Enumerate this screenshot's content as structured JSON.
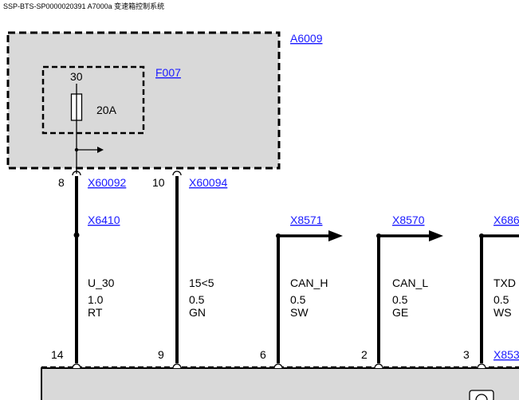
{
  "header": {
    "title": "SSP-BTS-SP0000020391 A7000a 变速箱控制系统"
  },
  "components": {
    "module": {
      "label": "A6009"
    },
    "fuse": {
      "label": "F007",
      "pin": "30",
      "rating": "20A"
    },
    "bottom_connector": {
      "label": "X853"
    }
  },
  "connectors": [
    {
      "pin": "8",
      "label": "X60092"
    },
    {
      "pin": "10",
      "label": "X60094"
    }
  ],
  "splices": {
    "x6410": "X6410"
  },
  "wires": [
    {
      "signal": "U_30",
      "gauge": "1.0",
      "color": "RT",
      "bottom_pin": "14",
      "arrow_label": ""
    },
    {
      "signal": "15<5",
      "gauge": "0.5",
      "color": "GN",
      "bottom_pin": "9",
      "arrow_label": ""
    },
    {
      "signal": "CAN_H",
      "gauge": "0.5",
      "color": "SW",
      "bottom_pin": "6",
      "arrow_label": "X8571"
    },
    {
      "signal": "CAN_L",
      "gauge": "0.5",
      "color": "GE",
      "bottom_pin": "2",
      "arrow_label": "X8570"
    },
    {
      "signal": "TXD",
      "gauge": "0.5",
      "color": "WS",
      "bottom_pin": "3",
      "arrow_label": "X686"
    }
  ]
}
